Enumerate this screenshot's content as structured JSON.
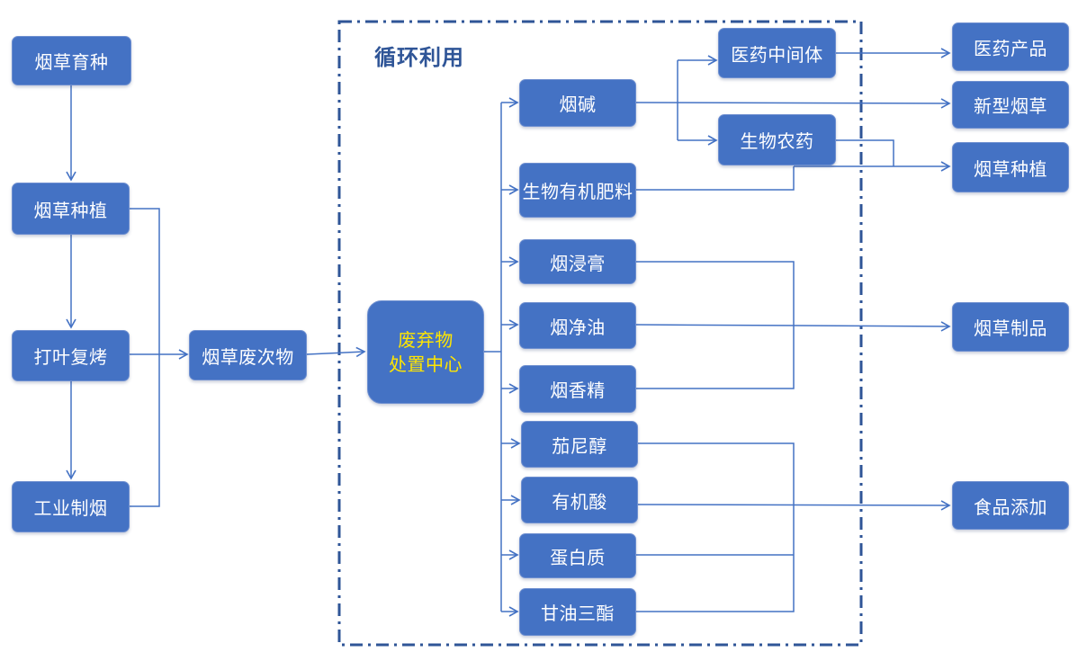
{
  "title": "循环利用",
  "colors": {
    "box": "#4472c4",
    "line": "#4472c4",
    "center_text": "#ffe600",
    "dashed_border": "#2f5597"
  },
  "left_chain": [
    "烟草育种",
    "烟草种植",
    "打叶复烤",
    "工业制烟"
  ],
  "waste": "烟草废次物",
  "center": {
    "line1": "废弃物",
    "line2": "处置中心"
  },
  "products": [
    "烟碱",
    "生物有机肥料",
    "烟浸膏",
    "烟净油",
    "烟香精",
    "茄尼醇",
    "有机酸",
    "蛋白质",
    "甘油三酯"
  ],
  "intermediates": [
    "医药中间体",
    "生物农药"
  ],
  "outputs": [
    "医药产品",
    "新型烟草",
    "烟草种植",
    "烟草制品",
    "食品添加"
  ]
}
